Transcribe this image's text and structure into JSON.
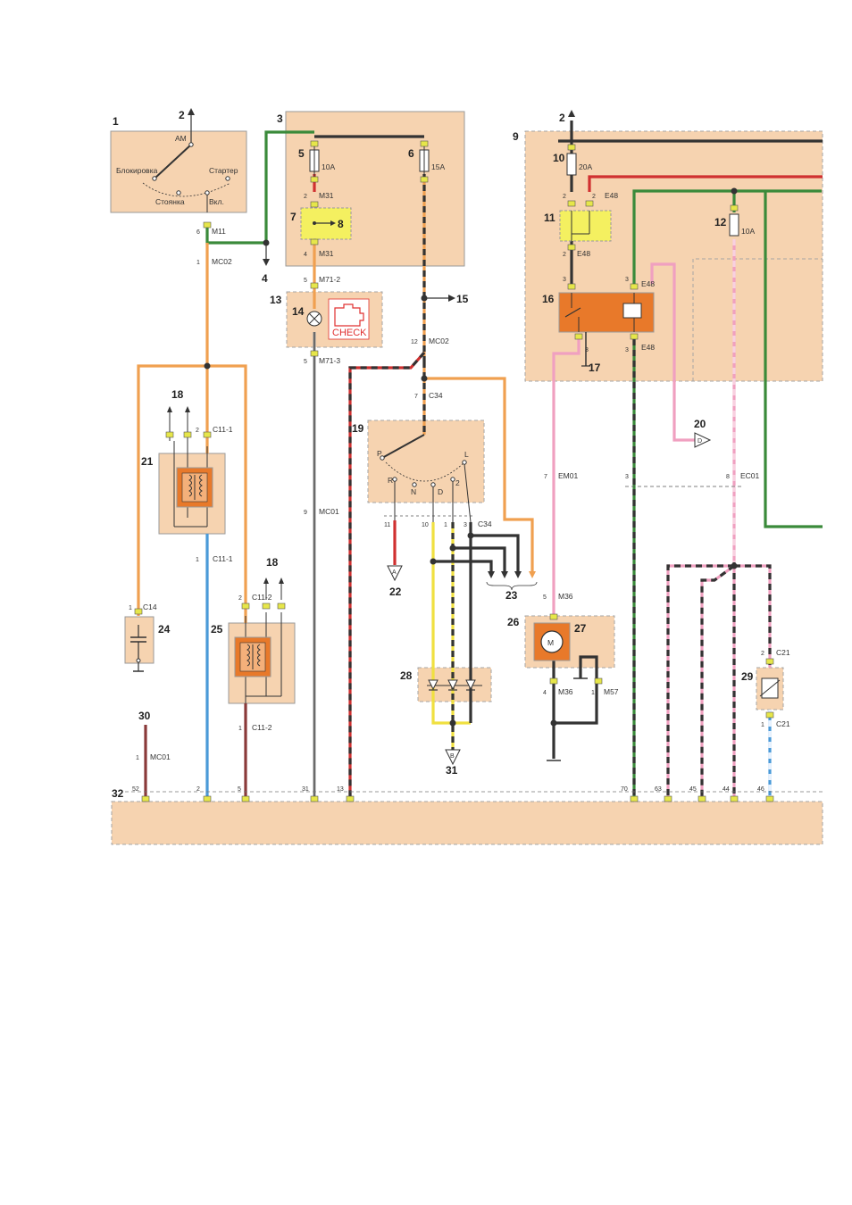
{
  "colors": {
    "box_fill": "#f6d3b0",
    "orange": "#f0a050",
    "green": "#3a8a3a",
    "black": "#333333",
    "red": "#d03030",
    "yellow": "#f0e040",
    "pink": "#f0a0c0",
    "blue": "#4a9ad8",
    "gray": "#a0a0a0",
    "brown": "#8a3a3a",
    "component_orange": "#e8792a",
    "relay_yellow": "#f4f060"
  },
  "callouts": {
    "c1": "1",
    "c2a": "2",
    "c2b": "2",
    "c3": "3",
    "c4": "4",
    "c5": "5",
    "c6": "6",
    "c7": "7",
    "c8": "8",
    "c9": "9",
    "c10": "10",
    "c11": "11",
    "c12": "12",
    "c13": "13",
    "c14": "14",
    "c15": "15",
    "c16": "16",
    "c17": "17",
    "c18a": "18",
    "c18b": "18",
    "c19": "19",
    "c20": "20",
    "c21": "21",
    "c22": "22",
    "c23": "23",
    "c24": "24",
    "c25": "25",
    "c26": "26",
    "c27": "27",
    "c28": "28",
    "c29": "29",
    "c30": "30",
    "c31": "31",
    "c32": "32"
  },
  "ignition_switch": {
    "am": "AM",
    "lock": "Блокировка",
    "starter": "Стартер",
    "park": "Стоянка",
    "on": "Вкл."
  },
  "fuses": {
    "f5": "10A",
    "f6": "15A",
    "f10": "20A",
    "f12": "10A"
  },
  "check_lamp": "CHECK",
  "selector": {
    "P": "P",
    "R": "R",
    "N": "N",
    "D": "D",
    "two": "2",
    "L": "L"
  },
  "motor": "M",
  "offpage": {
    "A": "A",
    "B": "B",
    "D": "D"
  },
  "connectors": {
    "m11_pin": "6",
    "m11": "M11",
    "mc02a_pin": "1",
    "mc02a": "MC02",
    "m31a_pin": "2",
    "m31a": "M31",
    "m31b_pin": "4",
    "m31b": "M31",
    "m712_pin": "5",
    "m712": "M71-2",
    "m713_pin": "5",
    "m713": "M71-3",
    "mc02b_pin": "12",
    "mc02b": "MC02",
    "c34a_pin": "7",
    "c34a": "C34",
    "c34b": "C34",
    "c34_p11": "11",
    "c34_p10": "10",
    "c34_p1": "1",
    "c34_p3": "3",
    "c111a_pin": "2",
    "c111a": "C11-1",
    "c111b_pin": "1",
    "c111b": "C11-1",
    "c112a_pin": "2",
    "c112a": "C11-2",
    "c112b_pin": "1",
    "c112b": "C11-2",
    "c14_pin": "1",
    "c14": "C14",
    "mc01a_pin": "9",
    "mc01a": "MC01",
    "mc01b_pin": "1",
    "mc01b": "MC01",
    "e48a_pin1": "2",
    "e48a_pin2": "2",
    "e48a": "E48",
    "e48b_pin": "2",
    "e48b": "E48",
    "e48c_pin1": "3",
    "e48c_pin2": "3",
    "e48c": "E48",
    "e48d_pin1": "3",
    "e48d_pin2": "3",
    "e48d": "E48",
    "em01_pin": "7",
    "em01": "EM01",
    "w3_pin": "3",
    "ec01_pin": "8",
    "ec01": "EC01",
    "m36a_pin": "5",
    "m36a": "M36",
    "m36b_pin": "4",
    "m36b": "M36",
    "m57_pin": "1",
    "m57": "M57",
    "c21a_pin": "2",
    "c21a": "C21",
    "c21b_pin": "1",
    "c21b": "C21"
  },
  "bottom_pins": [
    "52",
    "2",
    "5",
    "31",
    "13",
    "70",
    "63",
    "45",
    "44",
    "46"
  ]
}
